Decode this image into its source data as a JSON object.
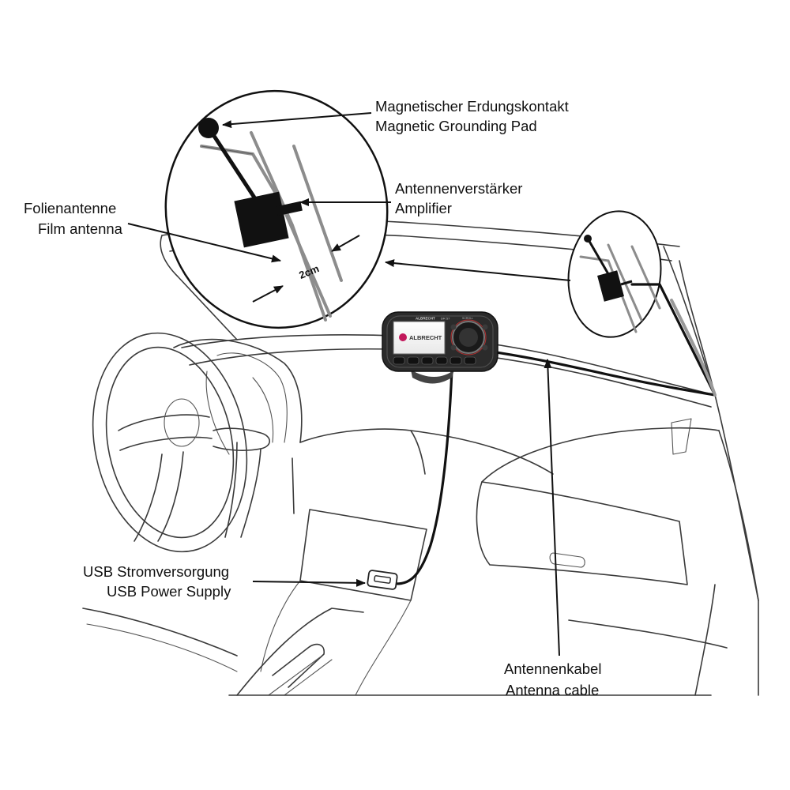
{
  "labels": {
    "grounding_de": "Magnetischer Erdungskontakt",
    "grounding_en": "Magnetic Grounding Pad",
    "amplifier_de": "Antennenverstärker",
    "amplifier_en": "Amplifier",
    "film_de": "Folienantenne",
    "film_en": "Film antenna",
    "distance": "2cm",
    "usb_de": "USB Stromversorgung",
    "usb_en": "USB Power Supply",
    "cable_de": "Antennenkabel",
    "cable_en": "Antenna cable"
  },
  "device": {
    "brand": "ALBRECHT",
    "screen_brand": "ALBRECHT",
    "model": "DR 57",
    "knob_label": "SCROLL"
  },
  "colors": {
    "line": "#111111",
    "film": "#8c8c8c",
    "device_body": "#2b2b2b",
    "screen_accent": "#c2185b"
  }
}
